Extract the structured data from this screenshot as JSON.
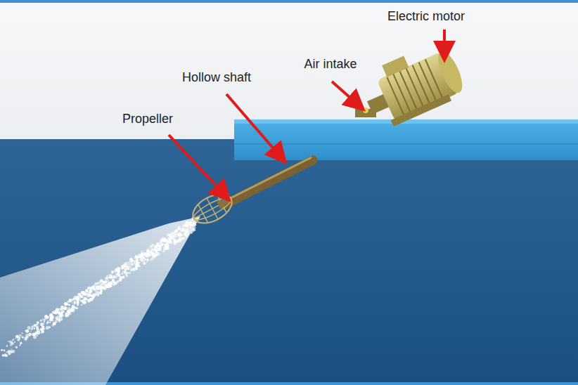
{
  "diagram": {
    "labels": [
      "Electric motor",
      "Air intake",
      "Hollow shaft",
      "Propeller"
    ]
  }
}
